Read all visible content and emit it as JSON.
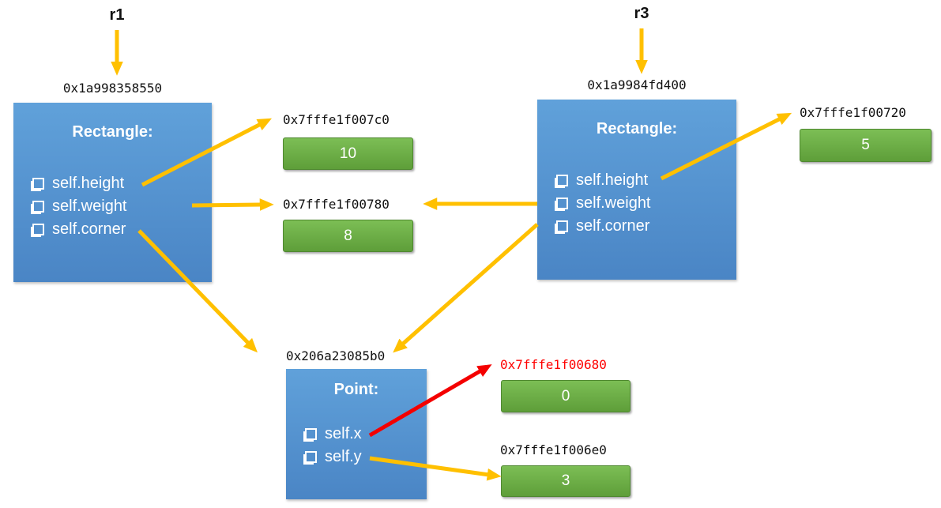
{
  "pointers": {
    "r1": "r1",
    "r3": "r3"
  },
  "objects": {
    "rect1": {
      "address": "0x1a998358550",
      "title": "Rectangle:",
      "fields": [
        "self.height",
        "self.weight",
        "self.corner"
      ]
    },
    "rect3": {
      "address": "0x1a9984fd400",
      "title": "Rectangle:",
      "fields": [
        "self.height",
        "self.weight",
        "self.corner"
      ]
    },
    "point": {
      "address": "0x206a23085b0",
      "title": "Point:",
      "fields": [
        "self.x",
        "self.y"
      ]
    }
  },
  "values": {
    "v10": {
      "address": "0x7fffe1f007c0",
      "value": "10"
    },
    "v8": {
      "address": "0x7fffe1f00780",
      "value": "8"
    },
    "v5": {
      "address": "0x7fffe1f00720",
      "value": "5"
    },
    "v0": {
      "address": "0x7fffe1f00680",
      "value": "0",
      "address_highlighted": true
    },
    "v3": {
      "address": "0x7fffe1f006e0",
      "value": "3"
    }
  },
  "colors": {
    "arrow": "#FFC000",
    "highlight_arrow": "#F40000",
    "highlight_address": "#FF0000",
    "object_box": "#5B9BD5",
    "value_box": "#6AAE44"
  }
}
